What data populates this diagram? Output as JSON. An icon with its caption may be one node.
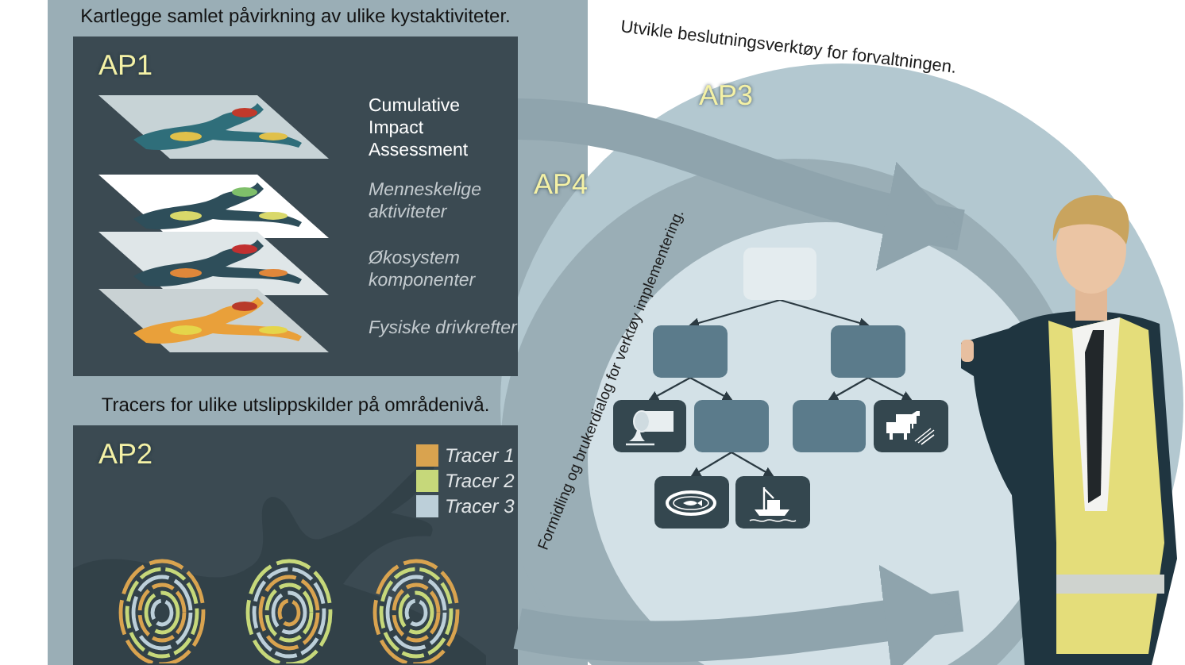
{
  "diagram": {
    "nodes": [
      {
        "text": [
          "Kartlegge samlet påvirkning av ulike kystaktiviteter.",
          "AP1"
        ]
      },
      {
        "text": [],
        "shape": "picture",
        "in": 0,
        "beside": [
          "Cumulative Impact Assessment"
        ]
      },
      {
        "text": [],
        "shape": "picture",
        "in": 0,
        "beside": [
          "Menneskelige aktiviteter"
        ]
      },
      {
        "text": [],
        "shape": "picture",
        "in": 0,
        "beside": [
          "Økosystem komponenter"
        ]
      },
      {
        "text": [],
        "shape": "picture",
        "in": 0,
        "beside": [
          "Fysiske drivkrefter"
        ]
      },
      {
        "text": [
          "Tracers for ulike utslippskilder på områdenivå.",
          "AP2"
        ]
      },
      {
        "text": [],
        "shape": "box"
      },
      {
        "text": [],
        "shape": "box"
      },
      {
        "text": [],
        "shape": "box"
      },
      {
        "text": [],
        "shape": "picture"
      },
      {
        "text": [],
        "shape": "box"
      },
      {
        "text": [],
        "shape": "box"
      },
      {
        "text": [],
        "shape": "picture"
      },
      {
        "text": [],
        "shape": "picture"
      },
      {
        "text": [],
        "shape": "picture"
      },
      {
        "text": [],
        "shape": "person"
      }
    ],
    "edges": [
      {
        "from": 0,
        "to": 15,
        "arrow": "to",
        "style": "thick",
        "color": "#8fa4ad"
      },
      {
        "from": 5,
        "to": 15,
        "arrow": "to",
        "style": "thick",
        "color": "#8fa4ad"
      },
      {
        "from": 6,
        "to": 7,
        "arrow": "to"
      },
      {
        "from": 6,
        "to": 8,
        "arrow": "to"
      },
      {
        "from": 7,
        "to": 9,
        "arrow": "to"
      },
      {
        "from": 7,
        "to": 10,
        "arrow": "to"
      },
      {
        "from": 8,
        "to": 11,
        "arrow": "to"
      },
      {
        "from": 8,
        "to": 12,
        "arrow": "to"
      },
      {
        "from": 10,
        "to": 13,
        "arrow": "to"
      },
      {
        "from": 10,
        "to": 14,
        "arrow": "to"
      }
    ],
    "labels": [
      "Utvikle beslutningsverktøy for forvaltningen.",
      "AP3",
      "AP4",
      "Formidling og brukerdialog for verktøy implementering."
    ],
    "legend": [
      {
        "text": "Tracer 1",
        "color": "#d9a34f"
      },
      {
        "text": "Tracer 2",
        "color": "#c6d87a"
      },
      {
        "text": "Tracer 3",
        "color": "#bccfd9"
      }
    ]
  }
}
